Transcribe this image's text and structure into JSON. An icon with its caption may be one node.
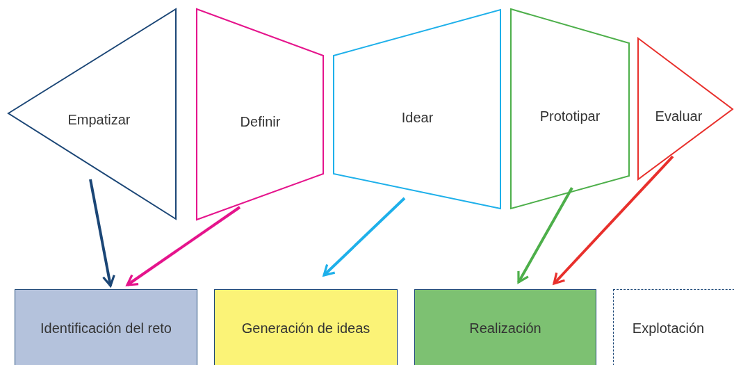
{
  "diagram": {
    "nodes": [
      {
        "text": [
          "Empatizar"
        ]
      },
      {
        "text": [
          "Definir"
        ]
      },
      {
        "text": [
          "Idear"
        ]
      },
      {
        "text": [
          "Prototipar"
        ]
      },
      {
        "text": [
          "Evaluar"
        ]
      },
      {
        "text": [
          "Identificación del reto"
        ]
      },
      {
        "text": [
          "Generación de ideas"
        ]
      },
      {
        "text": [
          "Realización"
        ]
      },
      {
        "text": [
          "Explotación"
        ]
      }
    ],
    "edges": [
      {
        "from": 0,
        "to": 5,
        "arrow": "to",
        "color": "#1b4676"
      },
      {
        "from": 1,
        "to": 5,
        "arrow": "to",
        "color": "#e5148c"
      },
      {
        "from": 2,
        "to": 6,
        "arrow": "to",
        "color": "#1eb0ea"
      },
      {
        "from": 3,
        "to": 7,
        "arrow": "to",
        "color": "#4daf4a"
      },
      {
        "from": 4,
        "to": 7,
        "arrow": "to",
        "color": "#e8302c"
      }
    ]
  }
}
